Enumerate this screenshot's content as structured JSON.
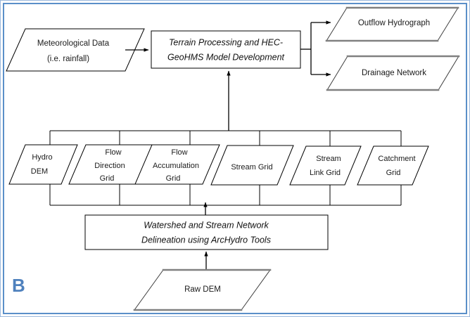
{
  "figure": {
    "panel_letter": "B",
    "frame_color": "#5b8fc9",
    "panel_letter_color": "#4f81bd",
    "shape_edge_color": "#808080",
    "outline_color": "#000000"
  },
  "nodes": {
    "meteorological_data": {
      "id": "meteorological-data",
      "shape": "parallelogram",
      "lines": [
        "Meteorological Data",
        "(i.e. rainfall)"
      ]
    },
    "process_terrain": {
      "id": "terrain-processing-process",
      "shape": "rectangle",
      "lines": [
        "Terrain Processing and HEC-",
        "GeoHMS Model Development"
      ]
    },
    "outflow_hydrograph": {
      "id": "outflow-hydrograph",
      "shape": "parallelogram",
      "lines": [
        "Outflow Hydrograph"
      ]
    },
    "drainage_network": {
      "id": "drainage-network",
      "shape": "parallelogram",
      "lines": [
        "Drainage Network"
      ]
    },
    "process_watershed": {
      "id": "watershed-delineation-process",
      "shape": "rectangle",
      "lines": [
        "Watershed and Stream Network",
        "Delineation using ArcHydro Tools"
      ]
    },
    "raw_dem": {
      "id": "raw-dem",
      "shape": "parallelogram",
      "lines": [
        "Raw DEM"
      ]
    }
  },
  "grid_row": {
    "items": [
      {
        "id": "hydro-dem-grid",
        "lines": [
          "Hydro",
          "DEM"
        ]
      },
      {
        "id": "flow-direction-grid",
        "lines": [
          "Flow",
          "Direction",
          "Grid"
        ]
      },
      {
        "id": "flow-accumulation-grid",
        "lines": [
          "Flow",
          "Accumulation",
          "Grid"
        ]
      },
      {
        "id": "stream-grid",
        "lines": [
          "Stream Grid"
        ]
      },
      {
        "id": "stream-link-grid",
        "lines": [
          "Stream",
          "Link Grid"
        ]
      },
      {
        "id": "catchment-grid",
        "lines": [
          "Catchment",
          "Grid"
        ]
      }
    ]
  },
  "chart_data": {
    "type": "diagram",
    "title": "",
    "diagram_kind": "flowchart",
    "nodes": [
      {
        "key": "raw_dem",
        "label": "Raw DEM",
        "shape": "parallelogram",
        "role": "input-data"
      },
      {
        "key": "process_watershed",
        "label": "Watershed and Stream Network Delineation using ArcHydro Tools",
        "shape": "rectangle",
        "role": "process"
      },
      {
        "key": "hydro_dem",
        "label": "Hydro DEM",
        "shape": "parallelogram",
        "role": "data"
      },
      {
        "key": "flow_direction_grid",
        "label": "Flow Direction Grid",
        "shape": "parallelogram",
        "role": "data"
      },
      {
        "key": "flow_accumulation_grid",
        "label": "Flow Accumulation Grid",
        "shape": "parallelogram",
        "role": "data"
      },
      {
        "key": "stream_grid",
        "label": "Stream Grid",
        "shape": "parallelogram",
        "role": "data"
      },
      {
        "key": "stream_link_grid",
        "label": "Stream Link Grid",
        "shape": "parallelogram",
        "role": "data"
      },
      {
        "key": "catchment_grid",
        "label": "Catchment Grid",
        "shape": "parallelogram",
        "role": "data"
      },
      {
        "key": "process_terrain",
        "label": "Terrain Processing and HEC-GeoHMS Model Development",
        "shape": "rectangle",
        "role": "process"
      },
      {
        "key": "meteorological_data",
        "label": "Meteorological Data (i.e. rainfall)",
        "shape": "parallelogram",
        "role": "input-data"
      },
      {
        "key": "outflow_hydrograph",
        "label": "Outflow Hydrograph",
        "shape": "parallelogram",
        "role": "output-data"
      },
      {
        "key": "drainage_network",
        "label": "Drainage Network",
        "shape": "parallelogram",
        "role": "output-data"
      }
    ],
    "edges": [
      {
        "from": "raw_dem",
        "to": "process_watershed",
        "arrow": true
      },
      {
        "from": "process_watershed",
        "to": "grid_bus",
        "arrow": true
      },
      {
        "from": "grid_bus",
        "to": "process_terrain",
        "arrow": true
      },
      {
        "from": "meteorological_data",
        "to": "process_terrain",
        "arrow": true
      },
      {
        "from": "process_terrain",
        "to": "outflow_hydrograph",
        "arrow": true
      },
      {
        "from": "process_terrain",
        "to": "drainage_network",
        "arrow": true
      }
    ],
    "legend": [],
    "annotations": [
      "B"
    ]
  }
}
